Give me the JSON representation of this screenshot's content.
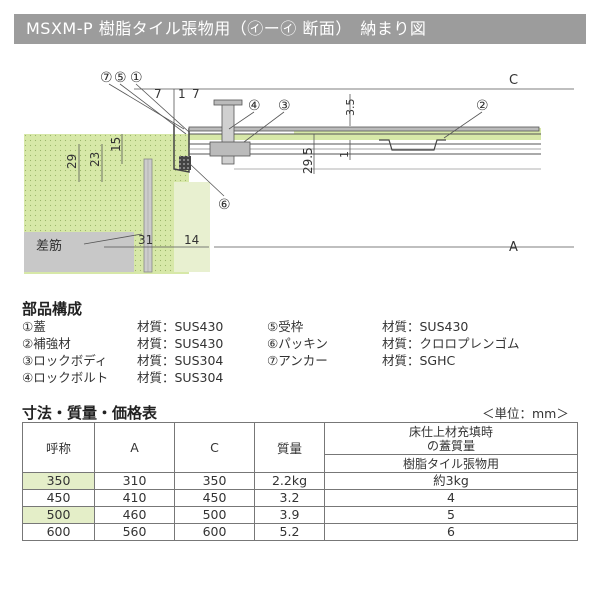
{
  "header": {
    "title": "MSXM-P 樹脂タイル張物用（㋑ー㋑ 断面）　納まり図"
  },
  "diagram": {
    "dims": {
      "d7a": "7",
      "d1": "1",
      "d7b": "7",
      "d35": "3.5",
      "d29": "29",
      "d23": "23",
      "d15": "15",
      "d295": "29.5",
      "d1b": "1",
      "d31": "31",
      "d14": "14"
    },
    "labels": {
      "a": "A",
      "c": "C",
      "sashin": "差筋"
    },
    "markers": {
      "m1": "①",
      "m2": "②",
      "m3": "③",
      "m4": "④",
      "m5": "⑤",
      "m6": "⑥",
      "m7": "⑦"
    }
  },
  "parts": {
    "title": "部品構成",
    "rows": [
      {
        "a_name": "①蓋",
        "a_mat": "材質：SUS430",
        "b_name": "⑤受枠",
        "b_mat": "材質：SUS430"
      },
      {
        "a_name": "②補強材",
        "a_mat": "材質：SUS430",
        "b_name": "⑥パッキン",
        "b_mat": "材質：クロロプレンゴム"
      },
      {
        "a_name": "③ロックボディ",
        "a_mat": "材質：SUS304",
        "b_name": "⑦アンカー",
        "b_mat": "材質：SGHC"
      },
      {
        "a_name": "④ロックボルト",
        "a_mat": "材質：SUS304",
        "b_name": "",
        "b_mat": ""
      }
    ]
  },
  "table": {
    "title": "寸法・質量・価格表",
    "unit": "＜単位：mm＞",
    "headers": {
      "nominal": "呼称",
      "a": "A",
      "c": "C",
      "weight": "質量",
      "filled_line1": "床仕上材充填時",
      "filled_line2": "の蓋質量",
      "filled_sub": "樹脂タイル張物用"
    },
    "rows": [
      {
        "nominal": "350",
        "a": "310",
        "c": "350",
        "weight": "2.2kg",
        "filled": "約3kg"
      },
      {
        "nominal": "450",
        "a": "410",
        "c": "450",
        "weight": "3.2",
        "filled": "4"
      },
      {
        "nominal": "500",
        "a": "460",
        "c": "500",
        "weight": "3.9",
        "filled": "5"
      },
      {
        "nominal": "600",
        "a": "560",
        "c": "600",
        "weight": "5.2",
        "filled": "6"
      }
    ]
  },
  "colors": {
    "concrete": "#d7e8a8",
    "header": "#9c9c9c",
    "row_highlight": "#e4eec8"
  }
}
